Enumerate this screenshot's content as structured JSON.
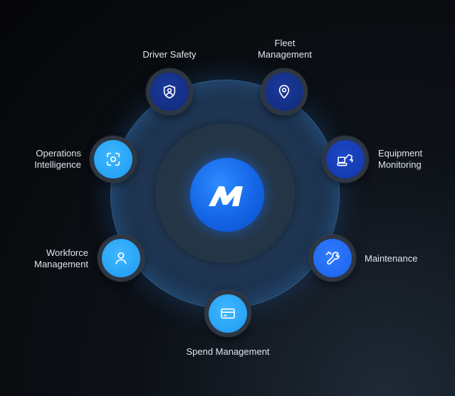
{
  "hub": {
    "logo_icon": "m-logo-icon",
    "colors": {
      "accent": "#1a6cf0",
      "ring": "#1e3450"
    }
  },
  "nodes": {
    "driver_safety": {
      "line1": "Driver Safety",
      "icon": "shield-person-icon"
    },
    "fleet_management": {
      "line1": "Fleet",
      "line2": "Management",
      "icon": "location-pin-icon"
    },
    "equipment_monitoring": {
      "line1": "Equipment",
      "line2": "Monitoring",
      "icon": "excavator-icon"
    },
    "maintenance": {
      "line1": "Maintenance",
      "icon": "wrench-icon"
    },
    "spend_management": {
      "line1": "Spend Management",
      "icon": "card-icon"
    },
    "workforce_management": {
      "line1": "Workforce",
      "line2": "Management",
      "icon": "person-icon"
    },
    "operations_intelligence": {
      "line1": "Operations",
      "line2": "Intelligence",
      "icon": "focus-scan-icon"
    }
  }
}
